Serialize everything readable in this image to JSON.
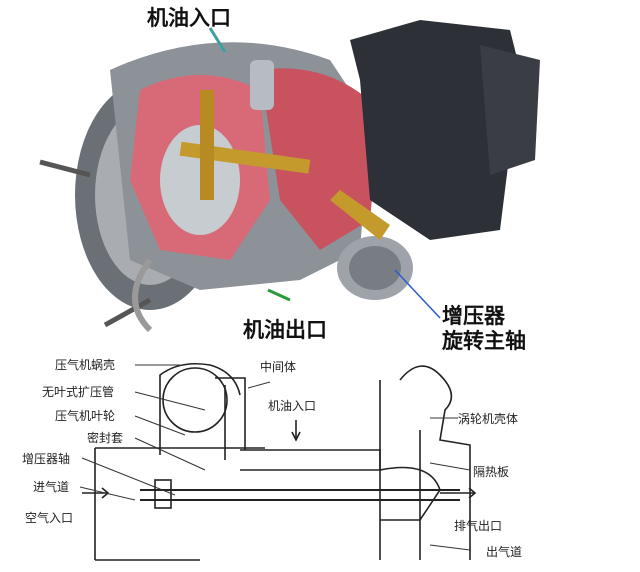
{
  "top_labels": {
    "oil_inlet": "机油入口",
    "oil_outlet": "机油出口",
    "shaft_line1": "增压器",
    "shaft_line2": "旋转主轴"
  },
  "diagram_labels": {
    "compressor_volute": "压气机蜗壳",
    "vaneless_diffuser": "无叶式扩压管",
    "compressor_wheel": "压气机叶轮",
    "seal_sleeve": "密封套",
    "turbo_shaft": "增压器轴",
    "intake_duct": "进气道",
    "air_inlet": "空气入口",
    "center_housing": "中间体",
    "oil_inlet": "机油入口",
    "turbine_housing": "涡轮机壳体",
    "heat_shield": "隔热板",
    "exhaust_outlet": "排气出口",
    "outlet_duct": "出气道"
  }
}
